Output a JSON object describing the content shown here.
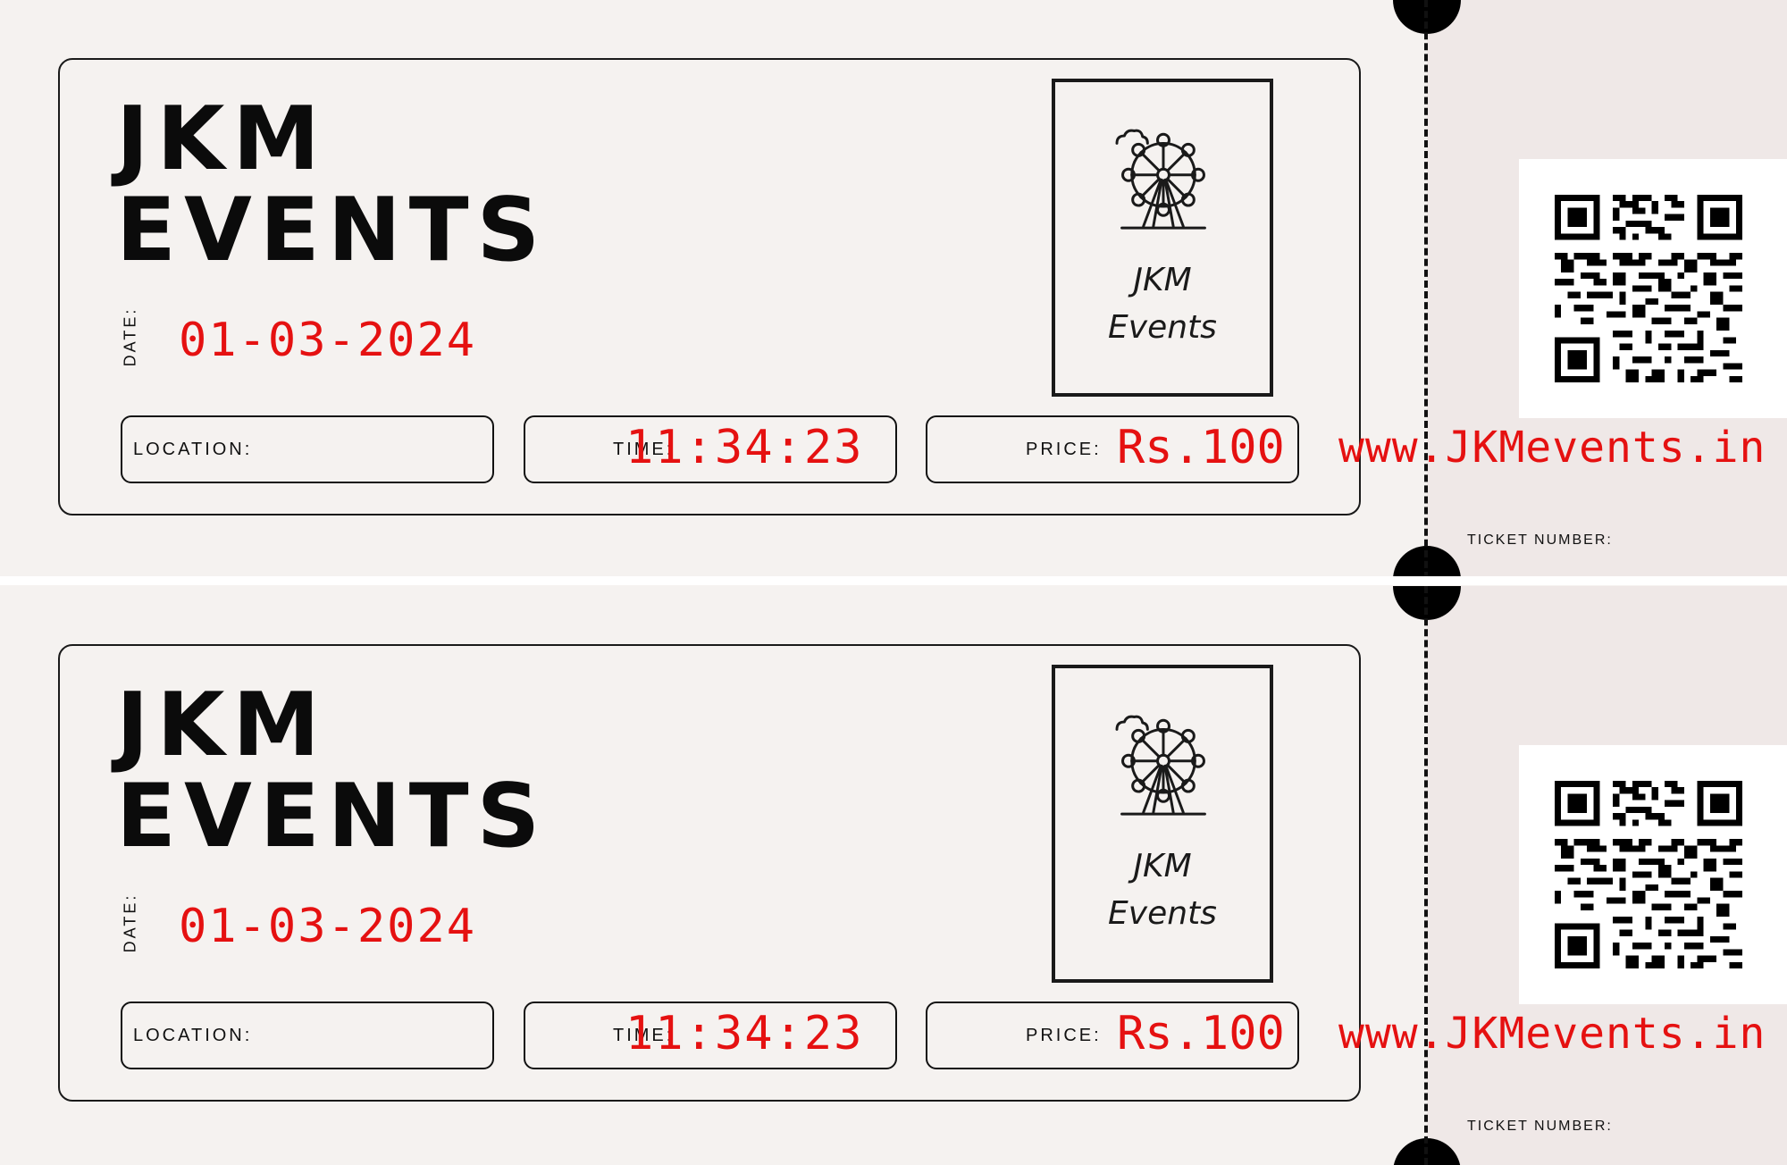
{
  "tickets": [
    {
      "brand_line1": "JKM",
      "brand_line2": "EVENTS",
      "date_label": "DATE:",
      "date_value": "01-03-2024",
      "location_label": "LOCATION:",
      "time_label": "TIME:",
      "time_value": "11:34:23",
      "price_label": "PRICE:",
      "price_value": "Rs.100",
      "logo_line1": "JKM",
      "logo_line2": "Events",
      "logo_icon": "ferris-wheel-icon",
      "website": "www.JKMevents.in",
      "ticket_number_label": "TICKET NUMBER:"
    },
    {
      "brand_line1": "JKM",
      "brand_line2": "EVENTS",
      "date_label": "DATE:",
      "date_value": "01-03-2024",
      "location_label": "LOCATION:",
      "time_label": "TIME:",
      "time_value": "11:34:23",
      "price_label": "PRICE:",
      "price_value": "Rs.100",
      "logo_line1": "JKM",
      "logo_line2": "Events",
      "logo_icon": "ferris-wheel-icon",
      "website": "www.JKMevents.in",
      "ticket_number_label": "TICKET NUMBER:"
    }
  ],
  "colors": {
    "accent_red": "#e51111",
    "ink": "#111111",
    "paper": "#f5f2f0",
    "stub": "#efe8e7"
  }
}
